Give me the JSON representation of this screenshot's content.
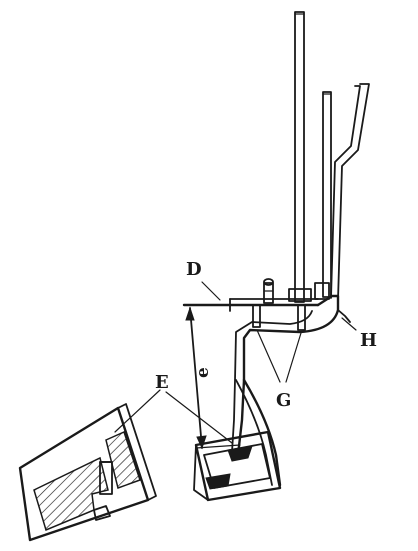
{
  "labels": {
    "d": "D",
    "e_upper": "E",
    "e_lower": "e",
    "g": "G",
    "h": "H"
  }
}
